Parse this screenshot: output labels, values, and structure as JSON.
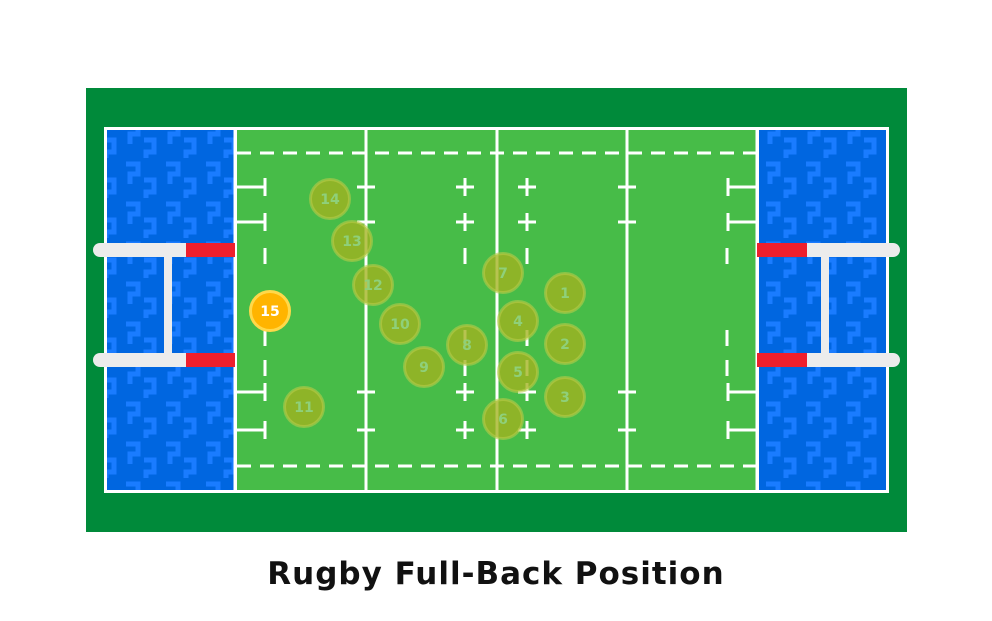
{
  "title": "Rugby Full-Back Position",
  "highlighted_player": "15",
  "players": [
    "1",
    "2",
    "3",
    "4",
    "5",
    "6",
    "7",
    "8",
    "9",
    "10",
    "11",
    "12",
    "13",
    "14",
    "15"
  ],
  "colors": {
    "surround": "#008a3a",
    "field": "#47bc48",
    "in_goal": "#0066e0",
    "in_goal_pattern": "#1a7cff",
    "lines": "#ffffff",
    "goal_post": "#ececec",
    "post_pad": "#ee1f2d",
    "player": "#a3b21f",
    "player_highlight": "#ffb400"
  }
}
